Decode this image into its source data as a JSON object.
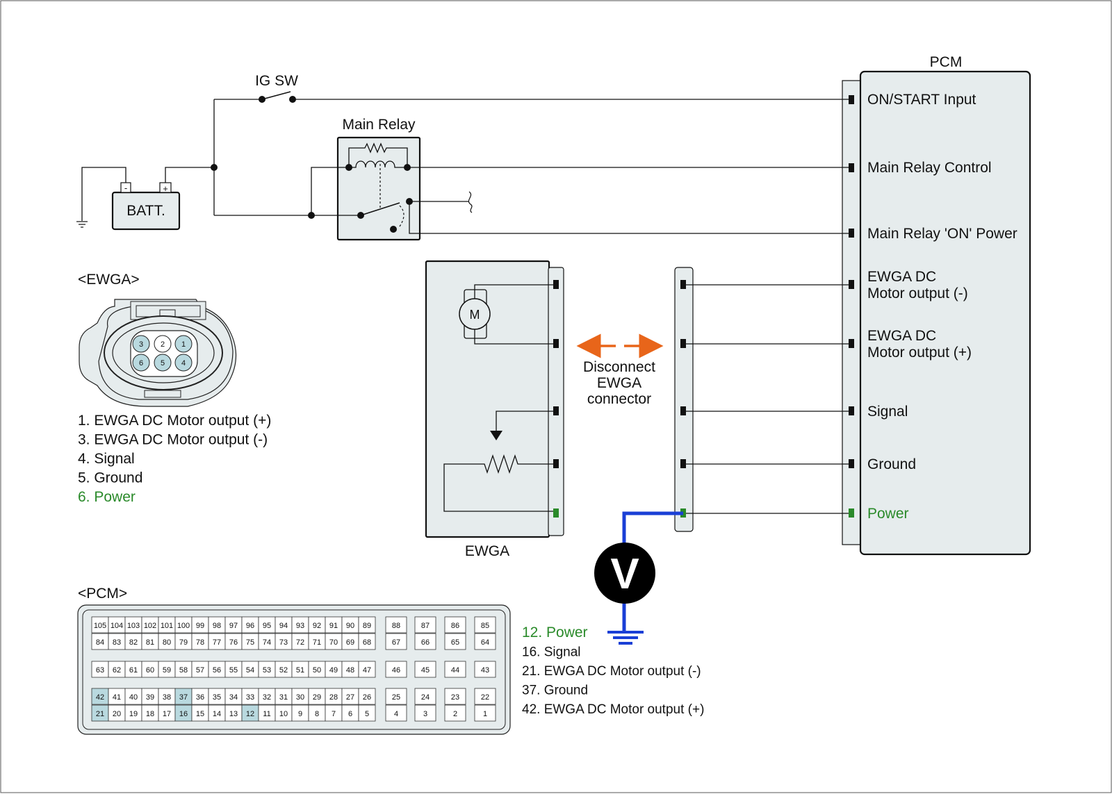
{
  "labels": {
    "ig_sw": "IG SW",
    "main_relay": "Main Relay",
    "batt": "BATT.",
    "batt_minus": "-",
    "batt_plus": "+",
    "pcm_title": "PCM",
    "ewga_module": "EWGA",
    "motor": "M",
    "voltmeter": "V",
    "disconnect": [
      "Disconnect",
      "EWGA",
      "connector"
    ],
    "ewga_connector_title": "<EWGA>",
    "pcm_connector_title": "<PCM>"
  },
  "pcm_pins": [
    {
      "lines": [
        "ON/START Input"
      ],
      "power": false
    },
    {
      "lines": [
        "Main Relay Control"
      ],
      "power": false
    },
    {
      "lines": [
        "Main Relay 'ON' Power"
      ],
      "power": false
    },
    {
      "lines": [
        "EWGA DC",
        "Motor output (-)"
      ],
      "power": false
    },
    {
      "lines": [
        "EWGA DC",
        "Motor output (+)"
      ],
      "power": false
    },
    {
      "lines": [
        "Signal"
      ],
      "power": false
    },
    {
      "lines": [
        "Ground"
      ],
      "power": false
    },
    {
      "lines": [
        "Power"
      ],
      "power": true
    }
  ],
  "ewga_connector": {
    "pins_top": [
      "3",
      "2",
      "1"
    ],
    "pins_bottom": [
      "6",
      "5",
      "4"
    ],
    "highlighted": [
      "3",
      "1",
      "6",
      "5",
      "4"
    ],
    "legend": [
      {
        "text": "1. EWGA DC Motor output (+)",
        "power": false
      },
      {
        "text": "3. EWGA DC Motor output (-)",
        "power": false
      },
      {
        "text": "4. Signal",
        "power": false
      },
      {
        "text": "5. Ground",
        "power": false
      },
      {
        "text": "6. Power",
        "power": true
      }
    ]
  },
  "pcm_connector": {
    "rows": [
      {
        "main": [
          "105",
          "104",
          "103",
          "102",
          "101",
          "100",
          "99",
          "98",
          "97",
          "96",
          "95",
          "94",
          "93",
          "92",
          "91",
          "90",
          "89"
        ],
        "side": [
          "88",
          "87",
          "86",
          "85"
        ]
      },
      {
        "main": [
          "84",
          "83",
          "82",
          "81",
          "80",
          "79",
          "78",
          "77",
          "76",
          "75",
          "74",
          "73",
          "72",
          "71",
          "70",
          "69",
          "68"
        ],
        "side": [
          "67",
          "66",
          "65",
          "64"
        ]
      },
      {
        "main": [
          "63",
          "62",
          "61",
          "60",
          "59",
          "58",
          "57",
          "56",
          "55",
          "54",
          "53",
          "52",
          "51",
          "50",
          "49",
          "48",
          "47"
        ],
        "side": [
          "46",
          "45",
          "44",
          "43"
        ]
      },
      {
        "main": [
          "42",
          "41",
          "40",
          "39",
          "38",
          "37",
          "36",
          "35",
          "34",
          "33",
          "32",
          "31",
          "30",
          "29",
          "28",
          "27",
          "26"
        ],
        "side": [
          "25",
          "24",
          "23",
          "22"
        ]
      },
      {
        "main": [
          "21",
          "20",
          "19",
          "18",
          "17",
          "16",
          "15",
          "14",
          "13",
          "12",
          "11",
          "10",
          "9",
          "8",
          "7",
          "6",
          "5"
        ],
        "side": [
          "4",
          "3",
          "2",
          "1"
        ]
      }
    ],
    "highlighted": [
      "42",
      "37",
      "21",
      "16",
      "12"
    ],
    "legend": [
      {
        "text": "12. Power",
        "power": true
      },
      {
        "text": "16. Signal",
        "power": false
      },
      {
        "text": "21. EWGA DC Motor output (-)",
        "power": false
      },
      {
        "text": "37. Ground",
        "power": false
      },
      {
        "text": "42. EWGA DC Motor output (+)",
        "power": false
      }
    ]
  },
  "colors": {
    "power_green": "#2a8a2a",
    "meter_lead_blue": "#1a3fd6",
    "disconnect_arrow_orange": "#e8651a",
    "pin_highlight": "#b9d9df",
    "body_fill": "#e6eced"
  }
}
